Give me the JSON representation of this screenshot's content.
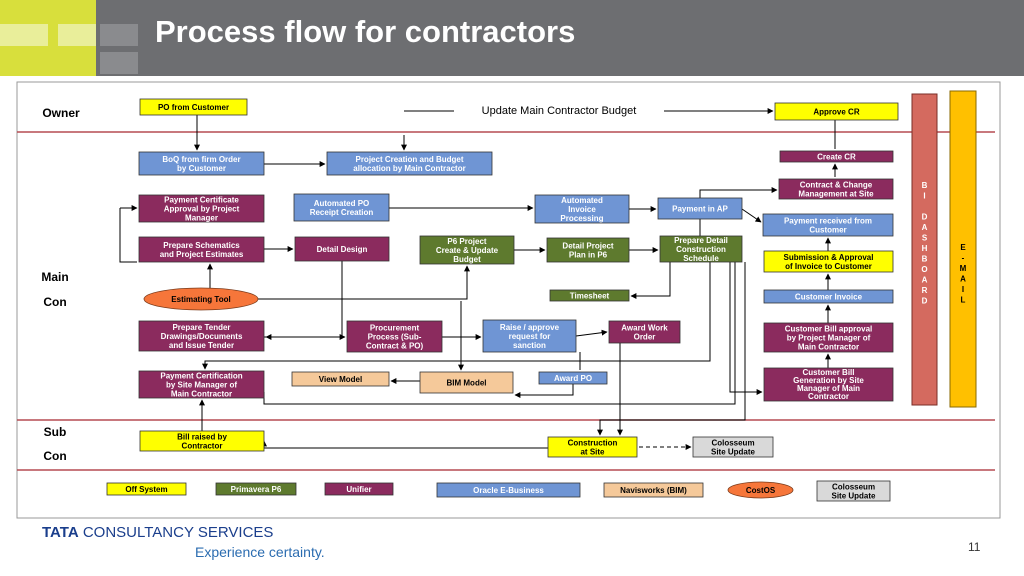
{
  "title": "Process flow for contractors",
  "lanes": {
    "owner": "Owner",
    "main": [
      "Main",
      "Con"
    ],
    "sub": [
      "Sub",
      "Con"
    ]
  },
  "update_budget_label": "Update Main Contractor Budget",
  "nodes": {
    "po_from_customer": [
      "PO from Customer"
    ],
    "approve_cr": [
      "Approve  CR"
    ],
    "boq": [
      "BoQ from firm Order",
      "by Customer"
    ],
    "project_creation": [
      "Project Creation and Budget",
      "allocation by Main Contractor"
    ],
    "create_cr": [
      "Create CR"
    ],
    "contract_change": [
      "Contract & Change",
      "Management at Site"
    ],
    "payment_cert_approval": [
      "Payment Certificate",
      "Approval by Project",
      "Manager"
    ],
    "automated_po": [
      "Automated PO",
      "Receipt Creation"
    ],
    "automated_invoice": [
      "Automated",
      "Invoice",
      "Processing"
    ],
    "payment_ap": [
      "Payment in AP"
    ],
    "payment_received": [
      "Payment received from",
      "Customer"
    ],
    "prepare_schematics": [
      "Prepare Schematics",
      "and Project Estimates"
    ],
    "detail_design": [
      "Detail Design"
    ],
    "p6_project": [
      "P6 Project",
      "Create & Update",
      "Budget"
    ],
    "detail_project_plan": [
      "Detail Project",
      "Plan in P6"
    ],
    "prepare_detail_schedule": [
      "Prepare Detail",
      "Construction",
      "Schedule"
    ],
    "submission_approval": [
      "Submission & Approval",
      "of Invoice to Customer"
    ],
    "estimating_tool": [
      "Estimating Tool"
    ],
    "timesheet": [
      "Timesheet"
    ],
    "customer_invoice": [
      "Customer Invoice"
    ],
    "prepare_tender": [
      "Prepare Tender",
      "Drawings/Documents",
      "and Issue Tender"
    ],
    "procurement": [
      "Procurement",
      "Process (Sub-",
      "Contract & PO)"
    ],
    "raise_approve": [
      "Raise / approve",
      "request for",
      "sanction"
    ],
    "award_work_order": [
      "Award Work",
      "Order"
    ],
    "customer_bill_approval": [
      "Customer Bill approval",
      "by Project Manager of",
      "Main Contractor"
    ],
    "payment_cert_site": [
      "Payment Certification",
      "by Site Manager of",
      "Main Contractor"
    ],
    "view_model": [
      "View Model"
    ],
    "bim_model": [
      "BIM Model"
    ],
    "award_po": [
      "Award PO"
    ],
    "customer_bill_generation": [
      "Customer Bill",
      "Generation by Site",
      "Manager of Main",
      "Contractor"
    ],
    "bill_raised": [
      "Bill raised by",
      "Contractor"
    ],
    "construction_site": [
      "Construction",
      "at Site"
    ],
    "colosseum": [
      "Colosseum",
      "Site Update"
    ]
  },
  "bi_dashboard": [
    "B",
    "I",
    "",
    "D",
    "A",
    "S",
    "H",
    "B",
    "O",
    "A",
    "R",
    "D"
  ],
  "email": [
    "E",
    "-",
    "M",
    "A",
    "I",
    "L"
  ],
  "legend": {
    "off_system": "Off System",
    "primavera": "Primavera P6",
    "unifier": "Unifier",
    "oracle": "Oracle E-Business",
    "navisworks": "Navisworks (BIM)",
    "costos": "CostOS",
    "colosseum": [
      "Colosseum",
      "Site Update"
    ]
  },
  "colors": {
    "yellow": "#ffff00",
    "blue": "#6f95d4",
    "maroon": "#8b2b5e",
    "green": "#5e7a2e",
    "tan": "#f5c99a",
    "orange": "#f6763a",
    "grey": "#d9d9d9",
    "bi_red": "#d46a5f",
    "email_gold": "#ffc000",
    "lane_line": "#b64b52"
  },
  "footer": {
    "brand_bold": "TATA",
    "brand_rest": "CONSULTANCY SERVICES",
    "tagline": "Experience certainty.",
    "page_number": "11"
  }
}
